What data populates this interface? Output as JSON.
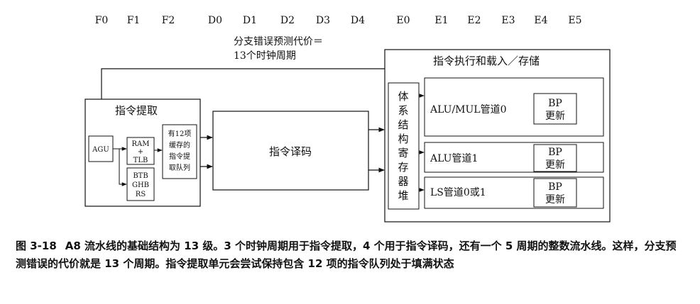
{
  "stages": {
    "fetch": [
      "F0",
      "F1",
      "F2"
    ],
    "decode": [
      "D0",
      "D1",
      "D2",
      "D3",
      "D4"
    ],
    "execute": [
      "E0",
      "E1",
      "E2",
      "E3",
      "E4",
      "E5"
    ]
  },
  "penalty_note": [
    "分支错误预测代价＝",
    "13个时钟周期"
  ],
  "fetch_unit": {
    "title": "指令提取",
    "agu": "AGU",
    "ram_tlb": [
      "RAM",
      "+",
      "TLB"
    ],
    "btb": [
      "BTB",
      "GHB",
      "RS"
    ],
    "queue": [
      "有12项",
      "缓存的",
      "指令提",
      "取队列"
    ]
  },
  "decode_unit": {
    "title": "指令译码"
  },
  "execute_unit": {
    "title": "指令执行和载入／存储",
    "register_file": "体系结构寄存器堆",
    "pipes": [
      {
        "name": "ALU/MUL管道0",
        "bp": [
          "BP",
          "更新"
        ]
      },
      {
        "name": "ALU管道1",
        "bp": [
          "BP",
          "更新"
        ]
      },
      {
        "name": "LS管道0或1",
        "bp": [
          "BP",
          "更新"
        ]
      }
    ]
  },
  "caption": {
    "label": "图 3-18",
    "text": "A8 流水线的基础结构为 13 级。3 个时钟周期用于指令提取，4 个用于指令译码，还有一个 5 周期的整数流水线。这样，分支预测错误的代价就是 13 个周期。指令提取单元会尝试保持包含 12 项的指令队列处于填满状态"
  }
}
